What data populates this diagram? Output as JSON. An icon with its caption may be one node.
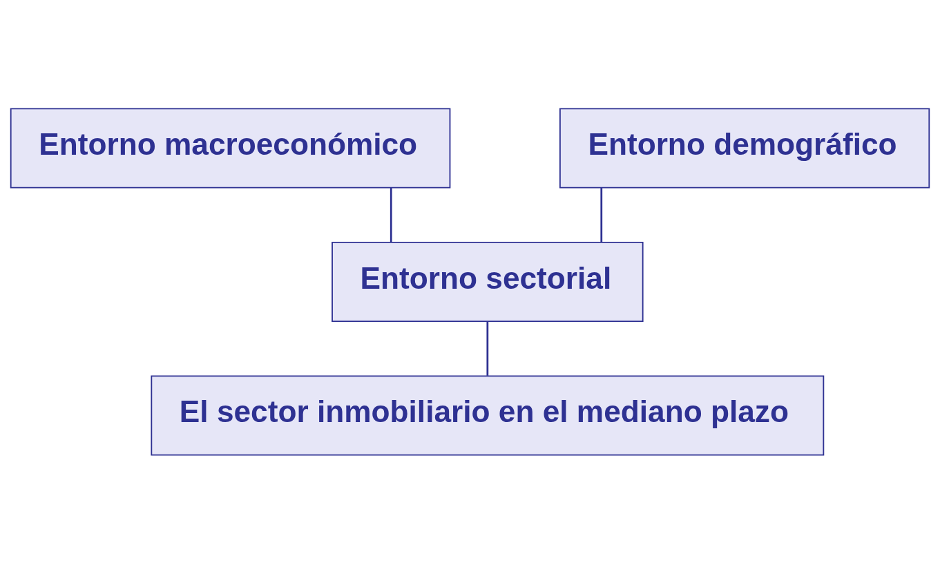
{
  "diagram": {
    "nodes": [
      {
        "text": [
          "Entorno macroeconómico"
        ]
      },
      {
        "text": [
          "Entorno demográfico"
        ]
      },
      {
        "text": [
          "Entorno sectorial"
        ]
      },
      {
        "text": [
          "El sector inmobiliario en el mediano plazo"
        ]
      }
    ],
    "edges": [
      {
        "from": 0,
        "to": 2,
        "arrow": "none"
      },
      {
        "from": 1,
        "to": 2,
        "arrow": "none"
      },
      {
        "from": 2,
        "to": 3,
        "arrow": "none"
      }
    ]
  }
}
